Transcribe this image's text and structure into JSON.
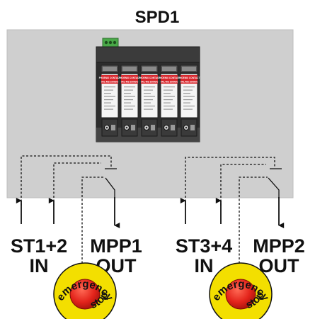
{
  "title": "SPD1",
  "device": {
    "brand": "PHOENIX CONTACT",
    "model": "VAL-MS 1000DC",
    "module_count": 5
  },
  "labels": {
    "st12_line1": "ST1+2",
    "st12_line2": "IN",
    "mpp1_line1": "MPP1",
    "mpp1_line2": "OUT",
    "st34_line1": "ST3+4",
    "st34_line2": "IN",
    "mpp2_line1": "MPP2",
    "mpp2_line2": "OUT"
  },
  "emergency_stop": {
    "text_top": "emergency",
    "text_bottom": "stop"
  },
  "colors": {
    "panel": "#cfcfcf",
    "module_red": "#d8262c",
    "stop_yellow": "#f3df00",
    "stop_red": "#e3241b",
    "connector_green": "#49a948"
  }
}
